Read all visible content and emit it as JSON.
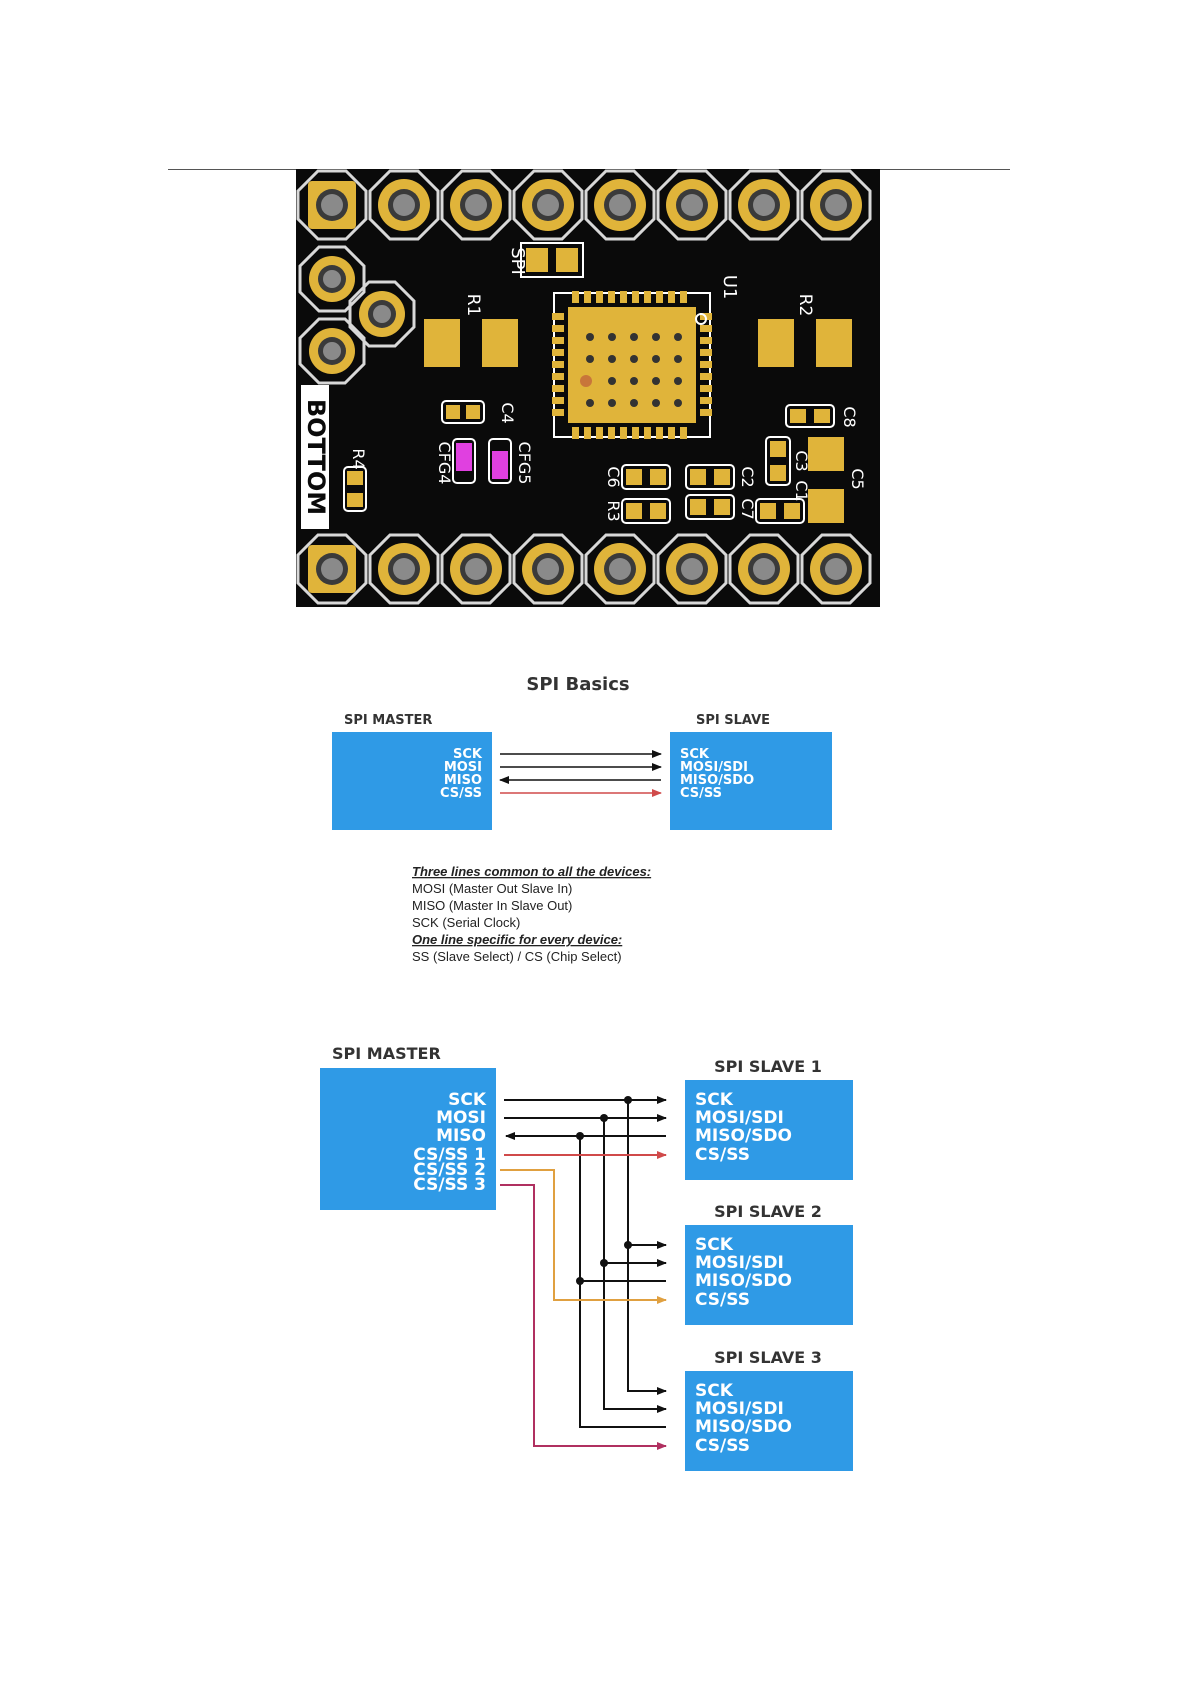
{
  "pcb": {
    "labels": {
      "spi": "SPI",
      "u1": "U1",
      "r1": "R1",
      "r2": "R2",
      "r3": "R3",
      "r4": "R4",
      "c1": "C1",
      "c2": "C2",
      "c3": "C3",
      "c4": "C4",
      "c5": "C5",
      "c6": "C6",
      "c7": "C7",
      "c8": "C8",
      "cfg4": "CFG4",
      "cfg5": "CFG5",
      "bottom": "BOTTOM"
    },
    "colors": {
      "board": "#0a0a0a",
      "pad": "#e0b43a",
      "silk": "#ffffff",
      "magenta": "#e040e0"
    }
  },
  "basics": {
    "title": "SPI Basics",
    "master_title": "SPI MASTER",
    "slave_title": "SPI SLAVE",
    "master_pins": [
      "SCK",
      "MOSI",
      "MISO",
      "CS/SS"
    ],
    "slave_pins": [
      "SCK",
      "MOSI/SDI",
      "MISO/SDO",
      "CS/SS"
    ],
    "notes": {
      "heading1": "Three lines common to all the devices:",
      "line1": "MOSI (Master Out Slave In)",
      "line2": "MISO (Master In Slave Out)",
      "line3": "SCK (Serial Clock)",
      "heading2": "One line specific for every device:",
      "line4": "SS (Slave Select) / CS (Chip Select)"
    }
  },
  "multi": {
    "master_title": "SPI MASTER",
    "master_pins": [
      "SCK",
      "MOSI",
      "MISO",
      "CS/SS 1",
      "CS/SS 2",
      "CS/SS 3"
    ],
    "slaves": [
      {
        "title": "SPI SLAVE 1",
        "pins": [
          "SCK",
          "MOSI/SDI",
          "MISO/SDO",
          "CS/SS"
        ]
      },
      {
        "title": "SPI SLAVE 2",
        "pins": [
          "SCK",
          "MOSI/SDI",
          "MISO/SDO",
          "CS/SS"
        ]
      },
      {
        "title": "SPI SLAVE 3",
        "pins": [
          "SCK",
          "MOSI/SDI",
          "MISO/SDO",
          "CS/SS"
        ]
      }
    ]
  },
  "colors": {
    "box_blue": "#2f9ae6",
    "line_black": "#111111",
    "cs1_red": "#d04a4a",
    "cs2_orange": "#e0a040",
    "cs3_magenta": "#b03060"
  }
}
